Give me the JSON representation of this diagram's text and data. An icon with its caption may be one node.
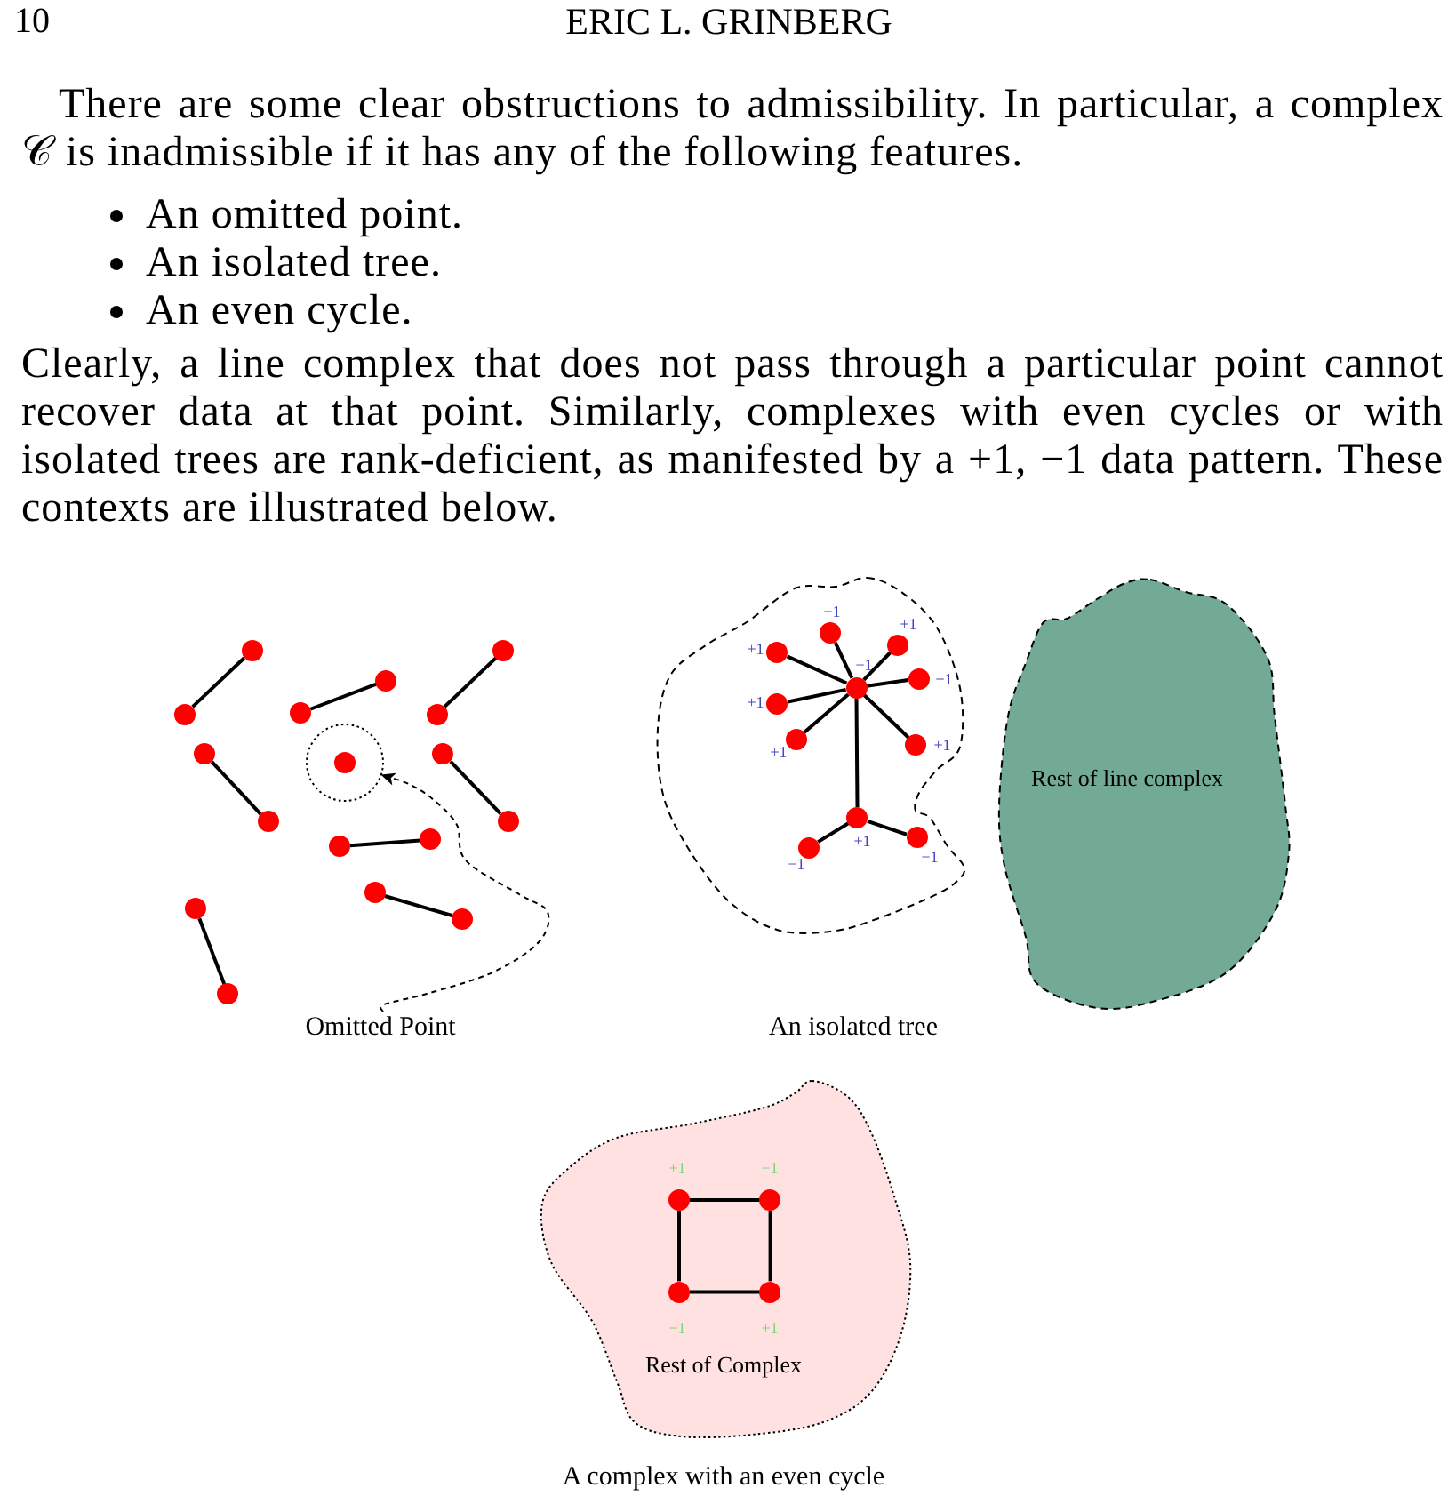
{
  "diagram": {
    "nodes": [
      {
        "text": [],
        "shape": "circle"
      },
      {
        "text": [],
        "shape": "circle"
      },
      {
        "text": [],
        "shape": "circle"
      },
      {
        "text": [],
        "shape": "circle"
      },
      {
        "text": [],
        "shape": "circle"
      },
      {
        "text": [],
        "shape": "circle"
      },
      {
        "text": [],
        "shape": "circle"
      },
      {
        "text": [],
        "shape": "circle"
      },
      {
        "text": [],
        "shape": "circle"
      },
      {
        "text": [],
        "shape": "circle"
      },
      {
        "text": [],
        "shape": "circle"
      },
      {
        "text": [],
        "shape": "circle"
      },
      {
        "text": [],
        "shape": "circle"
      },
      {
        "text": [],
        "shape": "circle"
      },
      {
        "text": [],
        "shape": "circle"
      },
      {
        "text": [],
        "shape": "circle"
      },
      {
        "text": [],
        "shape": "circle"
      },
      {
        "text": [],
        "shape": "circle",
        "in": 16
      },
      {
        "text": [
          "Omitted Point"
        ]
      },
      {
        "text": [],
        "shape": "blob",
        "beside": [
          "An isolated tree"
        ]
      },
      {
        "text": [],
        "shape": "circle",
        "in": 19,
        "beside": [
          "−1"
        ]
      },
      {
        "text": [],
        "shape": "circle",
        "in": 19,
        "beside": [
          "+1"
        ]
      },
      {
        "text": [],
        "shape": "circle",
        "in": 19,
        "beside": [
          "+1"
        ]
      },
      {
        "text": [],
        "shape": "circle",
        "in": 19,
        "beside": [
          "+1"
        ]
      },
      {
        "text": [],
        "shape": "circle",
        "in": 19,
        "beside": [
          "+1"
        ]
      },
      {
        "text": [],
        "shape": "circle",
        "in": 19,
        "beside": [
          "+1"
        ]
      },
      {
        "text": [],
        "shape": "circle",
        "in": 19,
        "beside": [
          "+1"
        ]
      },
      {
        "text": [],
        "shape": "circle",
        "in": 19,
        "beside": [
          "+1"
        ]
      },
      {
        "text": [],
        "shape": "circle",
        "in": 19,
        "beside": [
          "+1"
        ]
      },
      {
        "text": [],
        "shape": "circle",
        "in": 19,
        "beside": [
          "−1"
        ]
      },
      {
        "text": [],
        "shape": "circle",
        "in": 19,
        "beside": [
          "−1"
        ]
      },
      {
        "text": [
          "Rest of line complex"
        ]
      },
      {
        "text": [
          "Rest of Complex"
        ],
        "beside": [
          "A complex with an even cycle"
        ]
      },
      {
        "text": [],
        "shape": "circle",
        "in": 32,
        "beside": [
          "+1"
        ]
      },
      {
        "text": [],
        "shape": "circle",
        "in": 32,
        "beside": [
          "−1"
        ]
      },
      {
        "text": [],
        "shape": "circle",
        "in": 32,
        "beside": [
          "−1"
        ]
      },
      {
        "text": [],
        "shape": "circle",
        "in": 32,
        "beside": [
          "+1"
        ]
      }
    ],
    "edges": [
      {
        "from": 0,
        "to": 1,
        "arrow": "none"
      },
      {
        "from": 2,
        "to": 3,
        "arrow": "none"
      },
      {
        "from": 4,
        "to": 5,
        "arrow": "none"
      },
      {
        "from": 6,
        "to": 7,
        "arrow": "none"
      },
      {
        "from": 8,
        "to": 9,
        "arrow": "none"
      },
      {
        "from": 10,
        "to": 11,
        "arrow": "none"
      },
      {
        "from": 12,
        "to": 13,
        "arrow": "none"
      },
      {
        "from": 14,
        "to": 15,
        "arrow": "none"
      },
      {
        "from": 18,
        "to": 16,
        "arrow": "to",
        "style": "dashed"
      },
      {
        "from": 20,
        "to": 21,
        "arrow": "none"
      },
      {
        "from": 20,
        "to": 22,
        "arrow": "none"
      },
      {
        "from": 20,
        "to": 23,
        "arrow": "none"
      },
      {
        "from": 20,
        "to": 24,
        "arrow": "none"
      },
      {
        "from": 20,
        "to": 25,
        "arrow": "none"
      },
      {
        "from": 20,
        "to": 26,
        "arrow": "none"
      },
      {
        "from": 20,
        "to": 27,
        "arrow": "none"
      },
      {
        "from": 20,
        "to": 28,
        "arrow": "none"
      },
      {
        "from": 28,
        "to": 29,
        "arrow": "none"
      },
      {
        "from": 28,
        "to": 30,
        "arrow": "none"
      },
      {
        "from": 33,
        "to": 34,
        "arrow": "none"
      },
      {
        "from": 34,
        "to": 36,
        "arrow": "none"
      },
      {
        "from": 36,
        "to": 35,
        "arrow": "none"
      },
      {
        "from": 35,
        "to": 33,
        "arrow": "none"
      }
    ],
    "labels": [
      "10",
      "ERIC L. GRINBERG",
      "There are some clear obstructions to admissibility. In particular, a complex 𝒞 is inadmissible if it has any of the following features.",
      "An omitted point.",
      "An isolated tree.",
      "An even cycle.",
      "Clearly, a line complex that does not pass through a particular point cannot recover data at that point. Similarly, complexes with even cycles or with isolated trees are rank-deficient, as manifested by a +1, −1 data pattern. These contexts are illustrated below."
    ]
  }
}
